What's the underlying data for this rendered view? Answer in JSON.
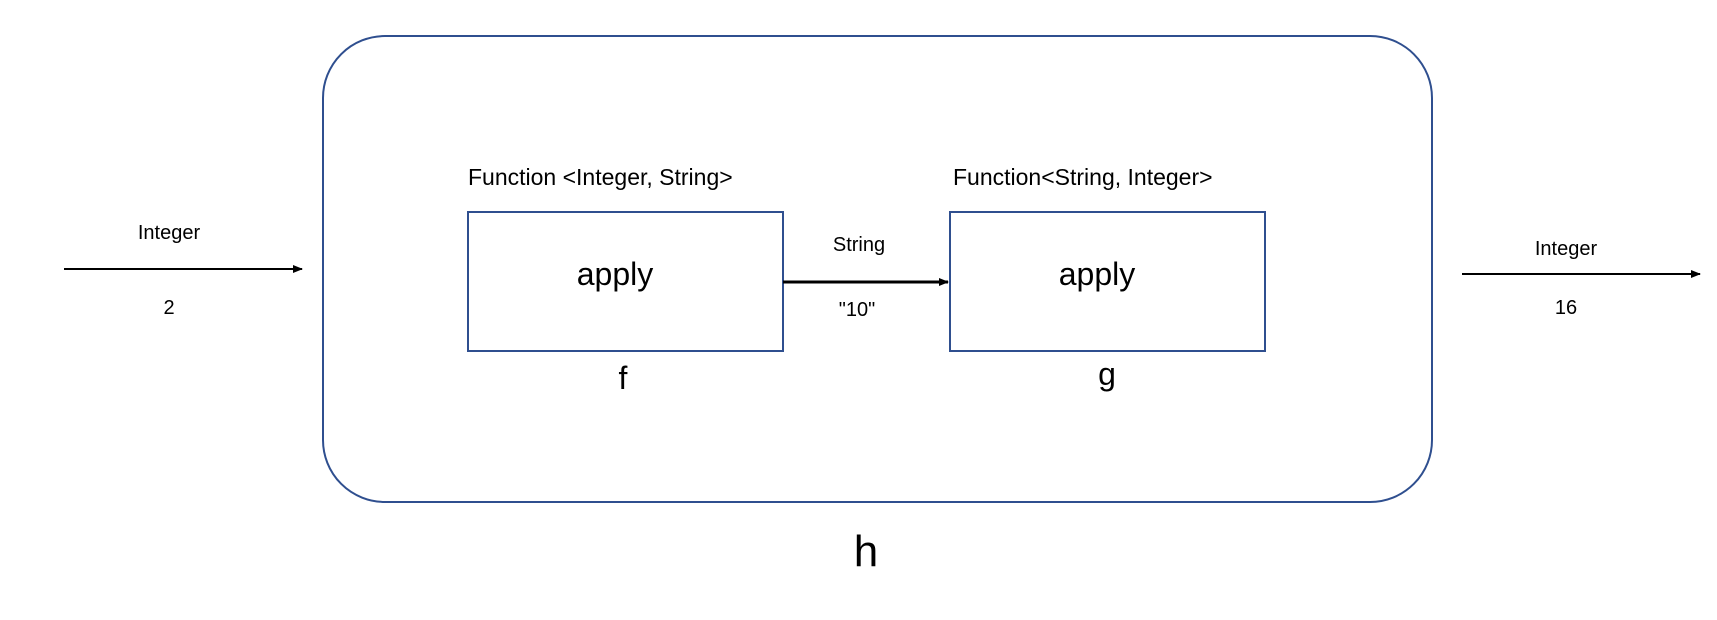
{
  "outer_function": {
    "name": "h",
    "input": {
      "type": "Integer",
      "value": "2"
    },
    "output": {
      "type": "Integer",
      "value": "16"
    }
  },
  "inner_functions": [
    {
      "name": "f",
      "signature": "Function <Integer, String>",
      "method": "apply"
    },
    {
      "name": "g",
      "signature": "Function<String, Integer>",
      "method": "apply"
    }
  ],
  "intermediate": {
    "type": "String",
    "value": "\"10\""
  },
  "colors": {
    "box_stroke": "#2f4f8f",
    "arrow": "#000000",
    "text": "#000000"
  }
}
